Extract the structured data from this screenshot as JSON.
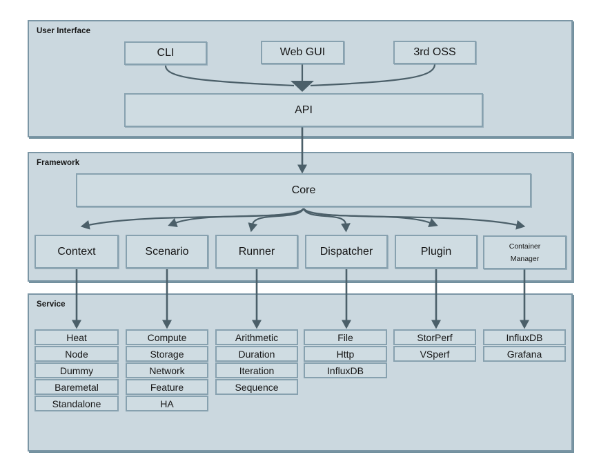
{
  "colors": {
    "page_bg": "#ffffff",
    "panel_fill": "#cbd8df",
    "panel_border": "#7b96a5",
    "panel_shadow": "#72909e",
    "box_fill": "#cfdce2",
    "box_border": "#87a1af",
    "arrow": "#4b5f69",
    "text": "#151515"
  },
  "diagram": {
    "user_interface": {
      "label": "User Interface",
      "cli": "CLI",
      "web_gui": "Web GUI",
      "third_oss": "3rd OSS",
      "api": "API"
    },
    "framework": {
      "label": "Framework",
      "core": "Core",
      "modules": [
        "Context",
        "Scenario",
        "Runner",
        "Dispatcher",
        "Plugin"
      ],
      "container_manager": [
        "Container",
        "Manager"
      ]
    },
    "service": {
      "label": "Service",
      "columns": [
        [
          "Heat",
          "Node",
          "Dummy",
          "Baremetal",
          "Standalone"
        ],
        [
          "Compute",
          "Storage",
          "Network",
          "Feature",
          "HA"
        ],
        [
          "Arithmetic",
          "Duration",
          "Iteration",
          "Sequence"
        ],
        [
          "File",
          "Http",
          "InfluxDB"
        ],
        [
          "StorPerf",
          "VSperf"
        ],
        [
          "InfluxDB",
          "Grafana"
        ]
      ]
    }
  }
}
